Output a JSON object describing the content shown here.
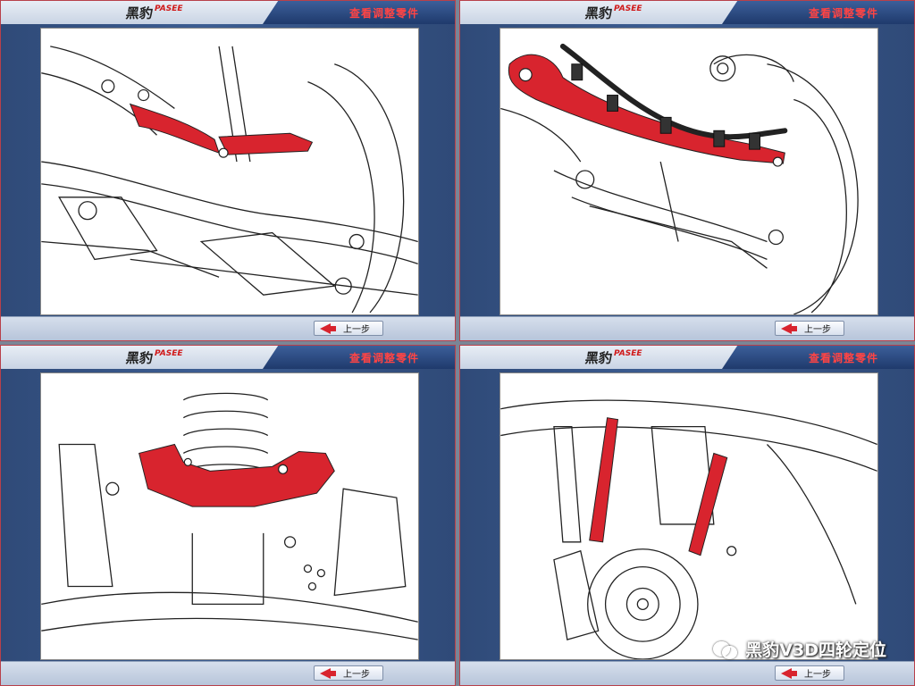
{
  "brand": {
    "glyph": "黑豹",
    "name": "PASEE"
  },
  "header": {
    "title": "查看调整零件"
  },
  "footer": {
    "prev_label": "上一步"
  },
  "panes": [
    {
      "part": "upper-control-arm-front-view"
    },
    {
      "part": "upper-control-arm-with-harness"
    },
    {
      "part": "upper-control-arm-coilover"
    },
    {
      "part": "rear-upper-links-hub"
    }
  ],
  "watermark": {
    "text": "黑豹V3D四轮定位",
    "icon": "wechat-icon"
  },
  "colors": {
    "highlight": "#d8242e",
    "panel_bg": "#3c5d92",
    "header_title": "#ff4444"
  }
}
